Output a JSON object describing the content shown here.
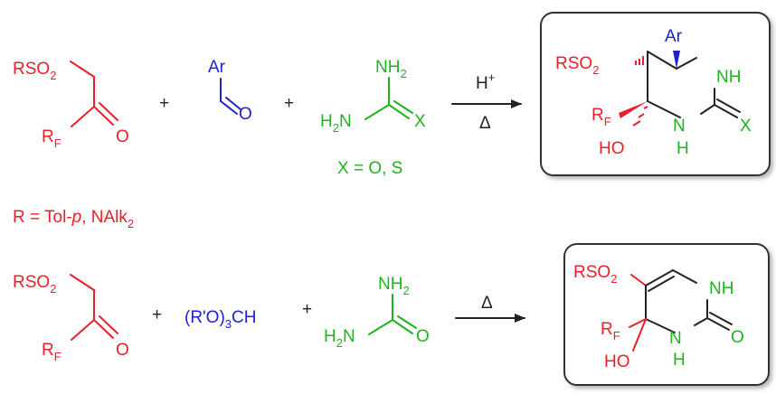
{
  "reaction1": {
    "ketone": {
      "group": "RSO",
      "group_sub": "2",
      "rf": "R",
      "rf_sub": "F",
      "oxygen": "O"
    },
    "plus1": "+",
    "aldehyde": {
      "ar": "Ar",
      "oxygen": "O"
    },
    "plus2": "+",
    "urea": {
      "nh2_top": "NH",
      "nh2_top_sub": "2",
      "h2n": "H",
      "h2n_sub": "2",
      "h2n_n": "N",
      "x": "X"
    },
    "x_definition": "X = O, S",
    "catalyst": "H",
    "catalyst_sup": "+",
    "heat": "Δ",
    "product": {
      "rso2": "RSO",
      "rso2_sub": "2",
      "ar": "Ar",
      "nh": "NH",
      "rf": "R",
      "rf_sub": "F",
      "n": "N",
      "h": "H",
      "x": "X",
      "ho": "HO"
    }
  },
  "r_definition": {
    "text": "R = Tol-",
    "italic": "p",
    "rest": ", NAlk",
    "sub": "2"
  },
  "reaction2": {
    "ketone": {
      "group": "RSO",
      "group_sub": "2",
      "rf": "R",
      "rf_sub": "F",
      "oxygen": "O"
    },
    "plus1": "+",
    "orthoester": {
      "text": "(R'O)",
      "sub": "3",
      "rest": "CH"
    },
    "plus2": "+",
    "urea": {
      "nh2_top": "NH",
      "nh2_top_sub": "2",
      "h2n": "H",
      "h2n_sub": "2",
      "h2n_n": "N",
      "o": "O"
    },
    "heat": "Δ",
    "product": {
      "rso2": "RSO",
      "rso2_sub": "2",
      "nh": "NH",
      "rf": "R",
      "rf_sub": "F",
      "n": "N",
      "h": "H",
      "o": "O",
      "ho": "HO"
    }
  },
  "colors": {
    "reactant_ketone": "#e8202a",
    "aldehyde": "#1f22c8",
    "urea": "#1fb31f",
    "arrows": "#222222"
  }
}
